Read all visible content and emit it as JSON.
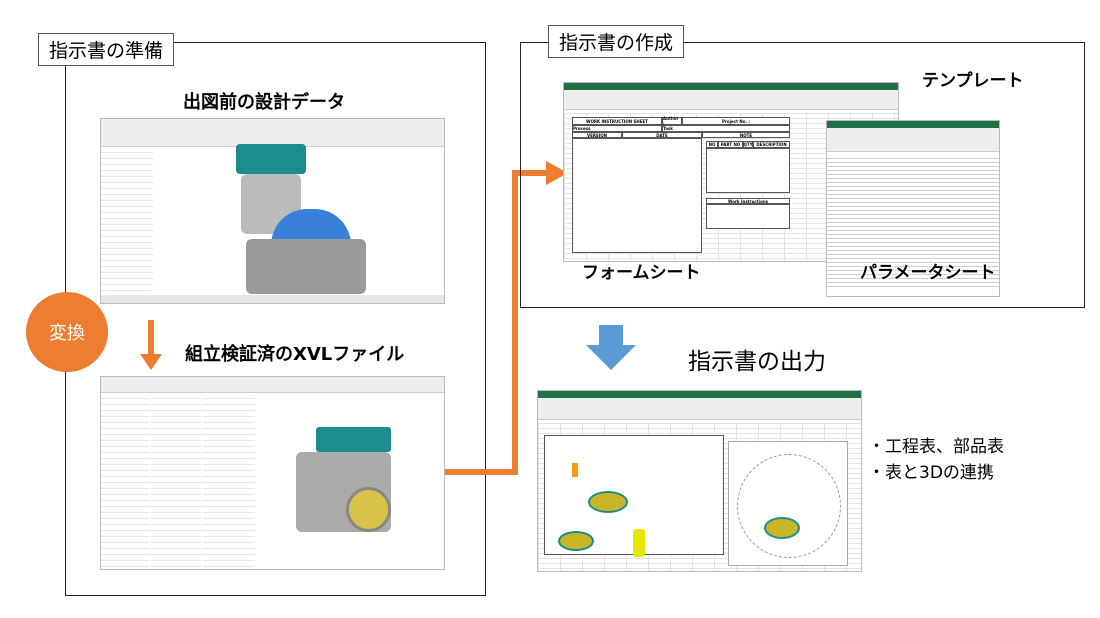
{
  "prep": {
    "label": "指示書の準備",
    "design_data": "出図前の設計データ",
    "convert": "変換",
    "xvl_file": "組立検証済のXVLファイル"
  },
  "create": {
    "label": "指示書の作成",
    "template": "テンプレート",
    "form_sheet": "フォームシート",
    "param_sheet": "パラメータシート"
  },
  "sheet": {
    "title": "WORK INSTRUCTION SHEET",
    "author": "Author :",
    "project": "Project No. :",
    "process": "Process",
    "task": "Task",
    "version": "VERSION",
    "date": "DATE",
    "note": "NOTE",
    "no": "NO",
    "part_no": "PART NO",
    "qty": "QTY",
    "description": "DESCRIPTION",
    "work_instructions": "Work Instructions"
  },
  "output": {
    "title": "指示書の出力",
    "bullets": [
      "・工程表、部品表",
      "・表と3Dの連携"
    ]
  },
  "colors": {
    "orange": "#ed7d31",
    "blue": "#5b9bd5",
    "excel_green": "#217346",
    "teal": "#1c8c8c"
  }
}
